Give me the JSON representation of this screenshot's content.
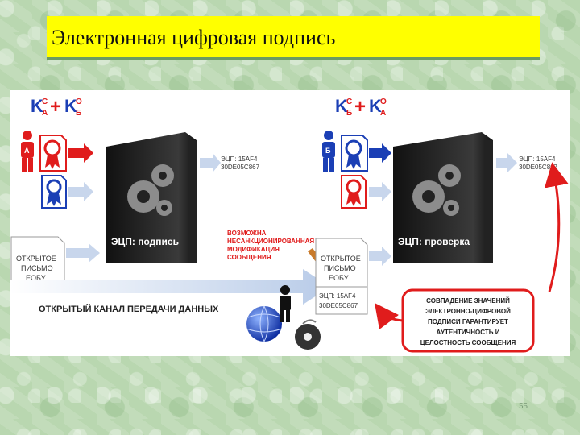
{
  "slide": {
    "title": "Электронная цифровая подпись",
    "page_number": "55"
  },
  "diagram": {
    "left_formula": {
      "k1": "K",
      "k1_sup": "С",
      "k1_sub": "А",
      "plus": "+",
      "k2": "K",
      "k2_sup": "О",
      "k2_sub": "Б"
    },
    "right_formula": {
      "k1": "K",
      "k1_sup": "С",
      "k1_sub": "Б",
      "plus": "+",
      "k2": "K",
      "k2_sup": "О",
      "k2_sub": "А"
    },
    "person_a_label": "А",
    "person_b_label": "Б",
    "sign_box_label": "ЭЦП: подпись",
    "verify_box_label": "ЭЦП: проверка",
    "signature_out_left": [
      "ЭЦП: 15AF4",
      "30DE05C867"
    ],
    "signature_out_right": [
      "ЭЦП: 15AF4",
      "30DE05C867"
    ],
    "document_left": [
      "ОТКРЫТОЕ",
      "ПИСЬМО",
      "ЕОБУ"
    ],
    "document_right": [
      "ОТКРЫТОЕ",
      "ПИСЬМО",
      "ЕОБУ",
      "ЭЦП: 15AF4",
      "30DE05C867"
    ],
    "warning_note": [
      "ВОЗМОЖНА",
      "НЕСАНКЦИОНИРОВАННАЯ",
      "МОДИФИКАЦИЯ",
      "СООБЩЕНИЯ"
    ],
    "channel_label": "ОТКРЫТЫЙ КАНАЛ ПЕРЕДАЧИ ДАННЫХ",
    "result_note": [
      "СОВПАДЕНИЕ ЗНАЧЕНИЙ",
      "ЭЛЕКТРОННО-ЦИФРОВОЙ",
      "ПОДПИСИ ГАРАНТИРУЕТ",
      "АУТЕНТИЧНОСТЬ И",
      "ЦЕЛОСТНОСТЬ СООБЩЕНИЯ"
    ],
    "colors": {
      "red": "#e01c1c",
      "blue": "#1b3fb5",
      "box": "#1a1a1a",
      "arrow": "#c8d6ec"
    }
  }
}
